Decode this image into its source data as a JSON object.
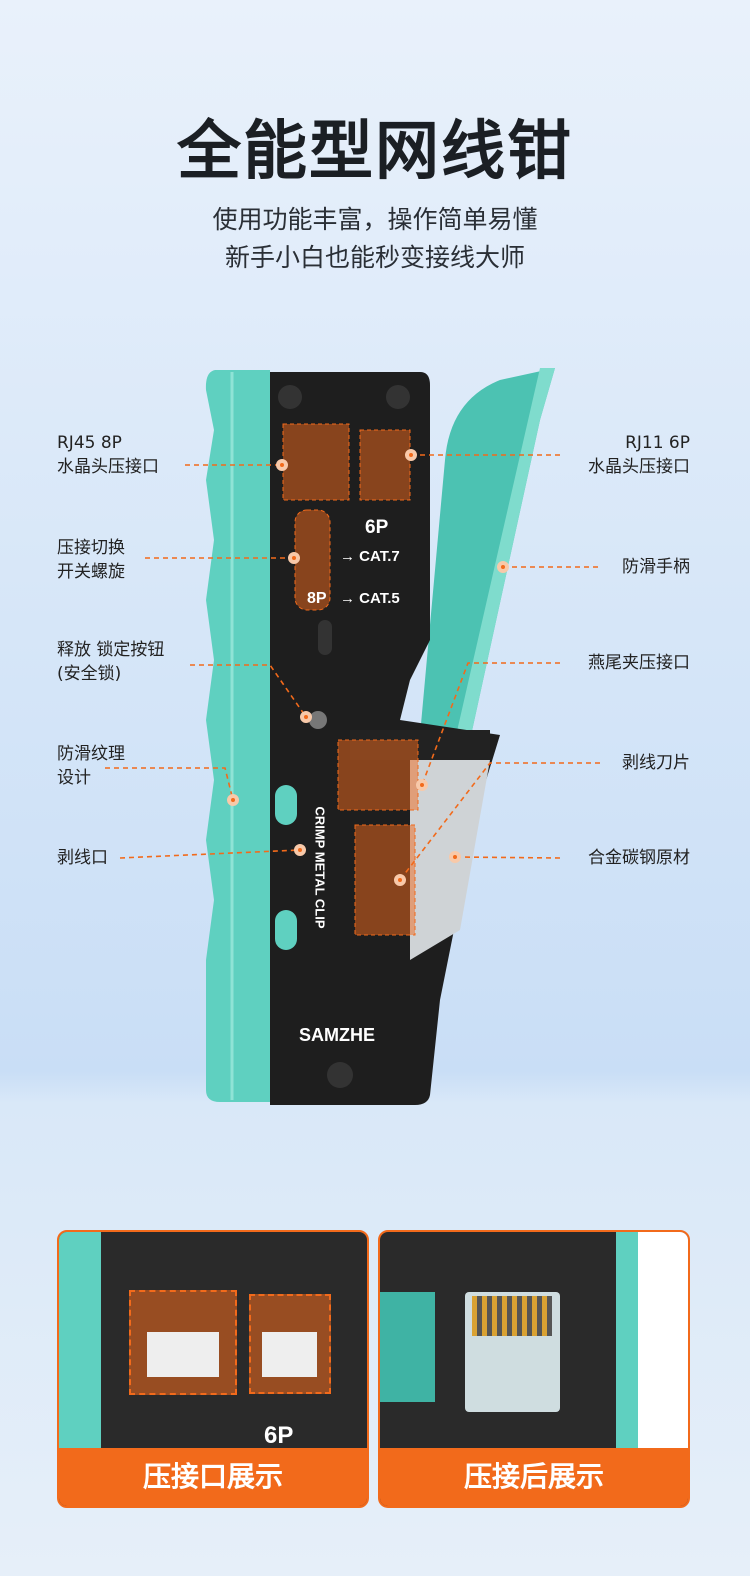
{
  "header": {
    "title": "全能型网线钳",
    "subtitle_1": "使用功能丰富，操作简单易懂",
    "subtitle_2": "新手小白也能秒变接线大师"
  },
  "tool": {
    "mode_6p": "6P",
    "mode_8p": "8P",
    "cat7": "CAT.7",
    "cat5": "CAT.5",
    "clip_text": "CRIMP METAL CLIP",
    "brand": "SAMZHE"
  },
  "labels": {
    "rj45": [
      "RJ45 8P",
      "水晶头压接口"
    ],
    "rj11": [
      "RJ11 6P",
      "水晶头压接口"
    ],
    "switch": [
      "压接切换",
      "开关螺旋"
    ],
    "handle": [
      "防滑手柄"
    ],
    "lock": [
      "释放 锁定按钮",
      "(安全锁)"
    ],
    "dovetail": [
      "燕尾夹压接口"
    ],
    "texture": [
      "防滑纹理",
      "设计"
    ],
    "blade": [
      "剥线刀片"
    ],
    "strip": [
      "剥线口"
    ],
    "steel": [
      "合金碳钢原材"
    ]
  },
  "cards": [
    {
      "label": "压接口展示",
      "mark": "6P"
    },
    {
      "label": "压接后展示"
    }
  ],
  "colors": {
    "accent": "#f26a1b",
    "teal": "#5fd0c0",
    "plate": "#1e1e1e"
  }
}
